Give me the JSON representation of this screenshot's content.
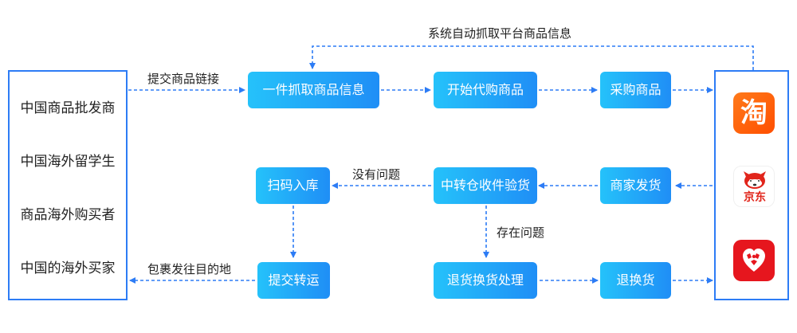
{
  "diagram": {
    "title_top": "系统自动抓取平台商品信息",
    "left_panel_items": [
      "中国商品批发商",
      "中国海外留学生",
      "商品海外购买者",
      "中国的海外买家"
    ],
    "edge_labels": {
      "submit_link": "提交商品链接",
      "no_problem": "没有问题",
      "has_problem": "存在问题",
      "package_destination": "包裹发往目的地"
    },
    "nodes": {
      "capture_info": "一件抓取商品信息",
      "start_purchase": "开始代购商品",
      "buy_goods": "采购商品",
      "scan_store": "扫码入库",
      "inspect_goods": "中转仓收件验货",
      "merchant_ship": "商家发货",
      "submit_transfer": "提交转运",
      "return_process": "退货换货处理",
      "return_exchange": "退换货"
    },
    "platform_logos": {
      "taobao_glyph": "淘",
      "jd_text": "京东"
    }
  }
}
